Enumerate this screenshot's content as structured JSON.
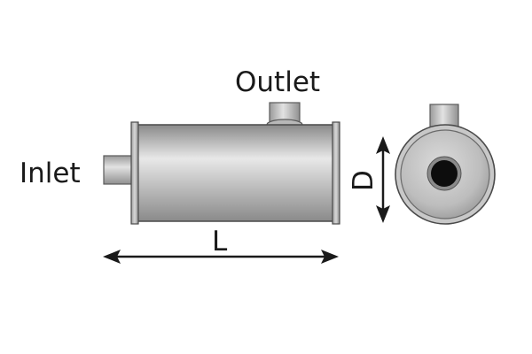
{
  "labels": {
    "outlet": "Outlet",
    "inlet": "Inlet",
    "length": "L",
    "diameter": "D"
  },
  "colors": {
    "body_light": "#ececec",
    "body_mid": "#b6b6b6",
    "body_dark": "#8a8a8a",
    "outline": "#4a4a4a",
    "arrow": "#1a1a1a",
    "bore": "#0d0d0d"
  }
}
